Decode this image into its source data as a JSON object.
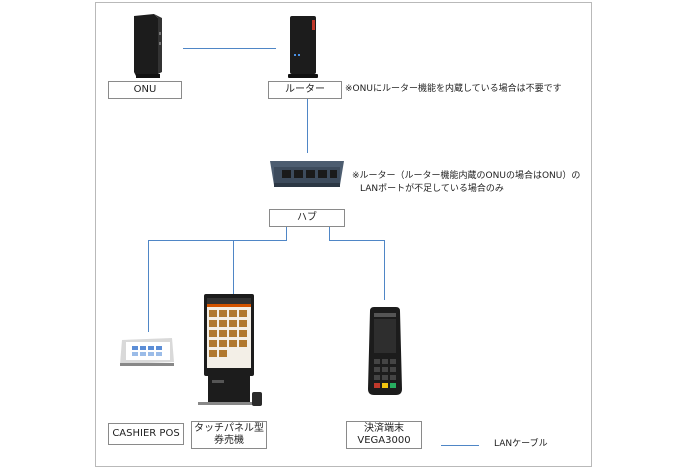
{
  "devices": {
    "onu": "ONU",
    "router": "ルーター",
    "hub": "ハブ",
    "cashier_pos": "CASHIER POS",
    "touch_panel_line1": "タッチパネル型",
    "touch_panel_line2": "券売機",
    "payment_line1": "決済端末",
    "payment_line2": "VEGA3000"
  },
  "notes": {
    "router_note": "※ONUにルーター機能を内蔵している場合は不要です",
    "hub_note_line1": "※ルーター（ルーター機能内蔵のONUの場合はONU）の",
    "hub_note_line2": "LANポートが不足している場合のみ"
  },
  "legend": {
    "lan_cable": "LANケーブル"
  },
  "colors": {
    "lan_cable": "#4f86c6",
    "device_dark": "#1c1c1c",
    "hub_body": "#4d5d70"
  }
}
